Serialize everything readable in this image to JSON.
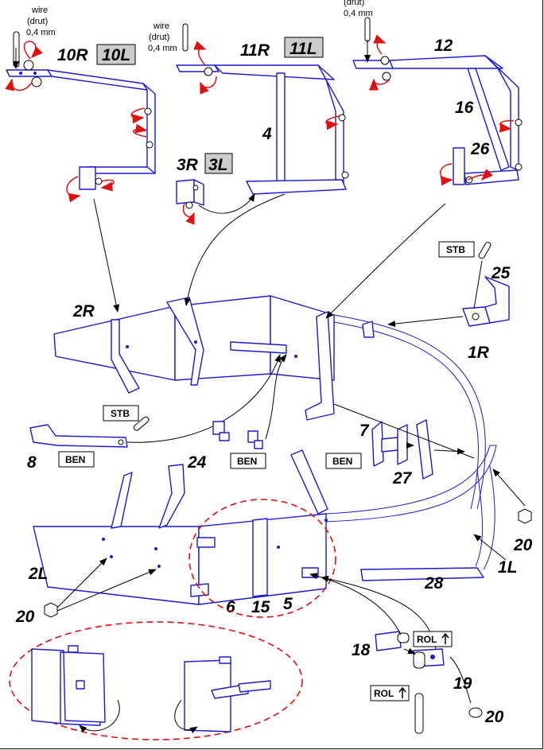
{
  "wire_notes": [
    {
      "line1": "wire",
      "line2": "(drut)",
      "line3": "0,4 mm"
    },
    {
      "line1": "wire",
      "line2": "(drut)",
      "line3": "0,4 mm"
    },
    {
      "line1": "(drut)",
      "line2": "0,4 mm"
    }
  ],
  "labels": {
    "p10R": "10R",
    "p10L": "10L",
    "p11R": "11R",
    "p11L": "11L",
    "p12": "12",
    "p16": "16",
    "p4": "4",
    "p3R": "3R",
    "p3L": "3L",
    "p26": "26",
    "p25": "25",
    "p2R": "2R",
    "p1R": "1R",
    "p8": "8",
    "p24": "24",
    "p7": "7",
    "p27": "27",
    "p20a": "20",
    "p20b": "20",
    "p20c": "20",
    "p2L": "2L",
    "p1L": "1L",
    "p28": "28",
    "p6": "6",
    "p15": "15",
    "p5": "5",
    "p18": "18",
    "p19": "19"
  },
  "tags": {
    "stb1": "STB",
    "stb2": "STB",
    "ben1": "BEN",
    "ben2": "BEN",
    "ben3": "BEN",
    "rol1": "ROL",
    "rol2": "ROL"
  },
  "colors": {
    "outline": "#1a1ad0",
    "rotation_arrow": "#e01010",
    "highlight": "#e01010"
  }
}
